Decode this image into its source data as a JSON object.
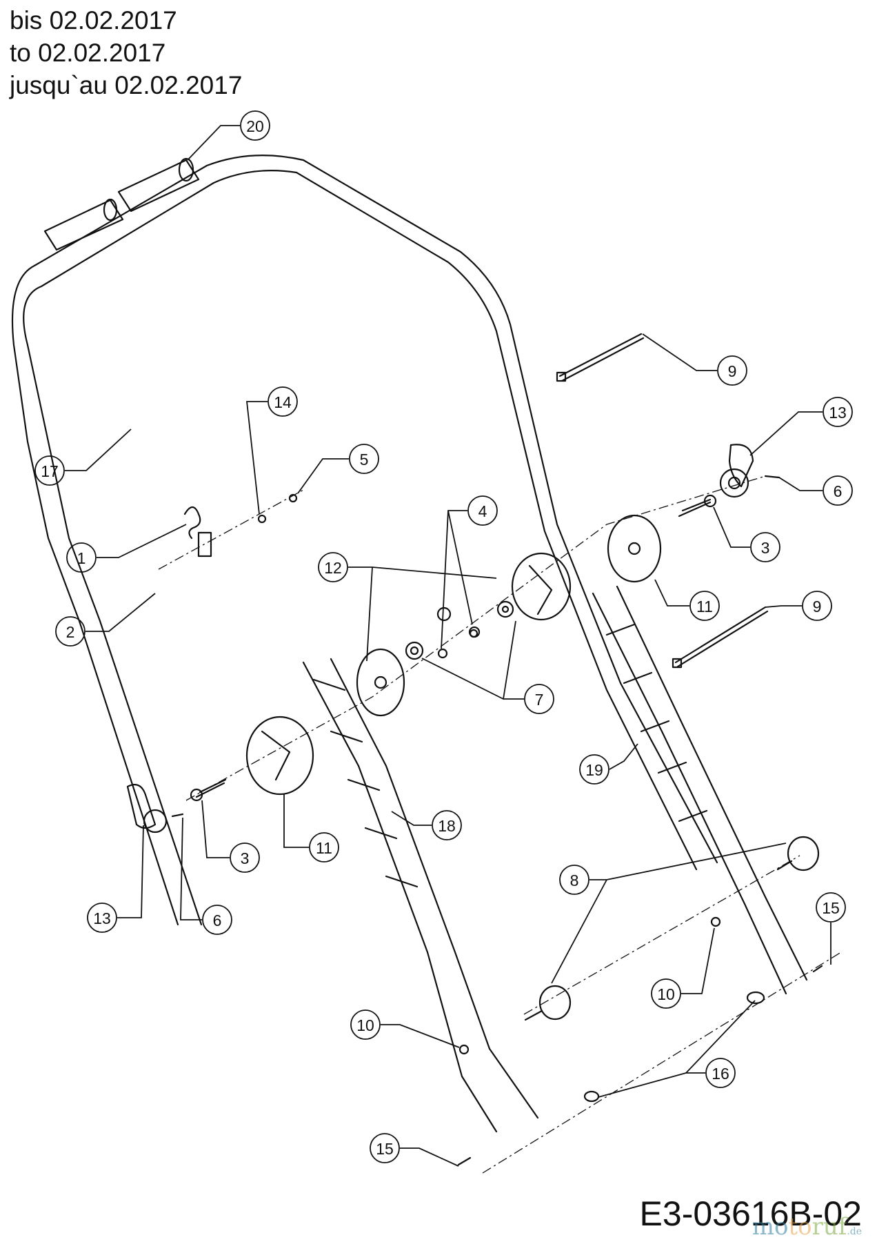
{
  "header": {
    "line_de": "bis 02.02.2017",
    "line_en": "to 02.02.2017",
    "line_fr": "jusqu`au 02.02.2017"
  },
  "drawing_code": "E3-03616B-02",
  "watermark": {
    "part1": "mo",
    "part2": "to",
    "part3": "ruf",
    "suffix": ".de"
  },
  "callouts": [
    "20",
    "14",
    "5",
    "17",
    "1",
    "2",
    "12",
    "4",
    "9",
    "13",
    "6",
    "3",
    "11",
    "7",
    "19",
    "18",
    "8",
    "15",
    "10",
    "16"
  ]
}
